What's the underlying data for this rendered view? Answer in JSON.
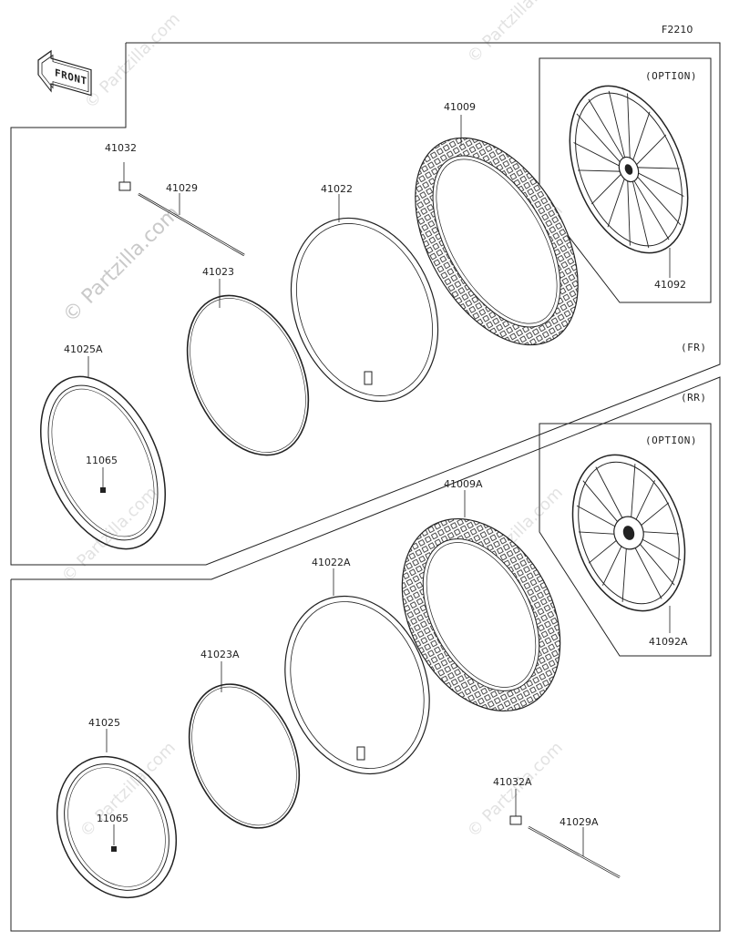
{
  "diagram": {
    "figure_code": "F2210",
    "front_label": "FRONT",
    "watermark": "© Partzilla.com",
    "front_section": {
      "label": "(FR)",
      "option_label": "(OPTION)",
      "parts": {
        "valve": "41032",
        "spoke": "41029",
        "tube": "41022",
        "tire": "41009",
        "wheel_assy": "41092",
        "rim_band": "41023",
        "rim": "41025A",
        "nut": "11065"
      }
    },
    "rear_section": {
      "label": "(RR)",
      "option_label": "(OPTION)",
      "parts": {
        "tire": "41009A",
        "wheel_assy": "41092A",
        "tube": "41022A",
        "rim_band": "41023A",
        "rim": "41025",
        "nut": "11065",
        "valve": "41032A",
        "spoke": "41029A"
      }
    }
  }
}
